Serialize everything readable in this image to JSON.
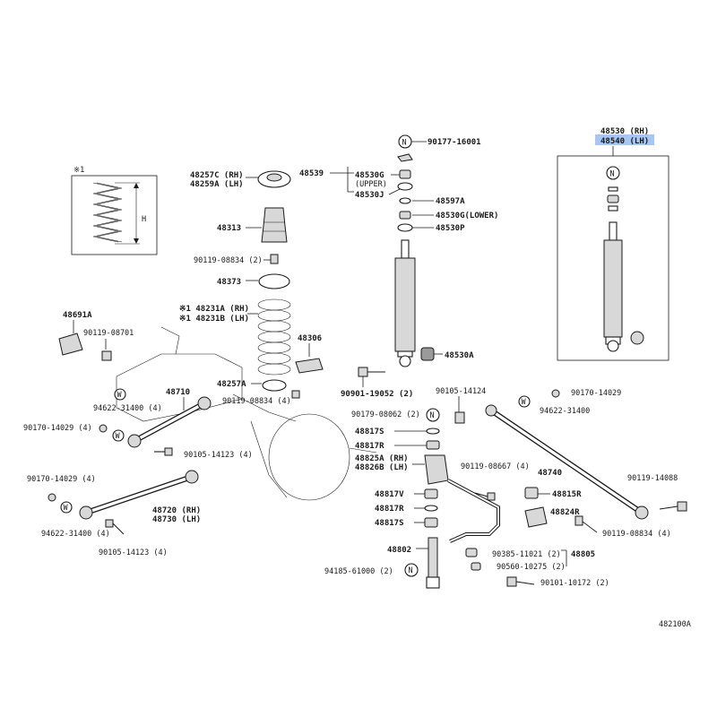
{
  "labels": {
    "shock_kit_rh": "48530 (RH)",
    "shock_kit_lh": "48540 (LH)",
    "nut_top": "90177-16001",
    "p48539": "48539",
    "p48530g_upper": "48530G",
    "upper": "(UPPER)",
    "p48530j": "48530J",
    "p48597a": "48597A",
    "p48530g_lower": "48530G(LOWER)",
    "p48530p": "48530P",
    "p48530a": "48530A",
    "bolt_shock_lower": "90901-19052 (2)",
    "p48257c": "48257C (RH)",
    "p48259a": "48259A (LH)",
    "p48313": "48313",
    "bolt_bumper": "90119-08834 (2)",
    "p48373": "48373",
    "p48231a": "※1 48231A (RH)",
    "p48231b": "※1 48231B (LH)",
    "p48306": "48306",
    "p48257a": "48257A",
    "bolt_seat": "90119-08834 (4)",
    "spring_note": "※1",
    "spring_dim": "H",
    "p48691a": "48691A",
    "bolt_48691": "90119-08701",
    "p48710": "48710",
    "washer_upper_arm": "94622-31400 (4)",
    "bush_upper_arm": "90170-14029 (4)",
    "bolt_upper_arm": "90105-14123 (4)",
    "bush_lower_arm": "90170-14029 (4)",
    "washer_lower_arm": "94622-31400 (4)",
    "p48720": "48720 (RH)",
    "p48730": "48730 (LH)",
    "bolt_lower_arm": "90105-14123 (4)",
    "bolt_lateral_top": "90105-14124",
    "bush_lateral_top": "90170-14029",
    "washer_lateral": "94622-31400",
    "nut_lateral": "90179-08062 (2)",
    "p48817s_a": "48817S",
    "p48817r_a": "48817R",
    "p48825a": "48825A (RH)",
    "p48826b": "48826B (LH)",
    "bolt_bracket": "90119-08667 (4)",
    "p48740": "48740",
    "bolt_lateral_end": "90119-14088",
    "p48817v": "48817V",
    "p48817r_b": "48817R",
    "p48817s_b": "48817S",
    "p48815r": "48815R",
    "p48824r": "48824R",
    "bolt_stab_bracket": "90119-08834 (4)",
    "p48802": "48802",
    "bush_stab_1": "90385-11021 (2)",
    "p48805": "48805",
    "bush_stab_2": "90560-10275 (2)",
    "bolt_link": "94185-61000 (2)",
    "bolt_stab_end": "90101-10172 (2)",
    "figure_code": "482100A",
    "n_mark": "N",
    "w_mark": "W"
  },
  "highlight_color": "#a8c6f2"
}
